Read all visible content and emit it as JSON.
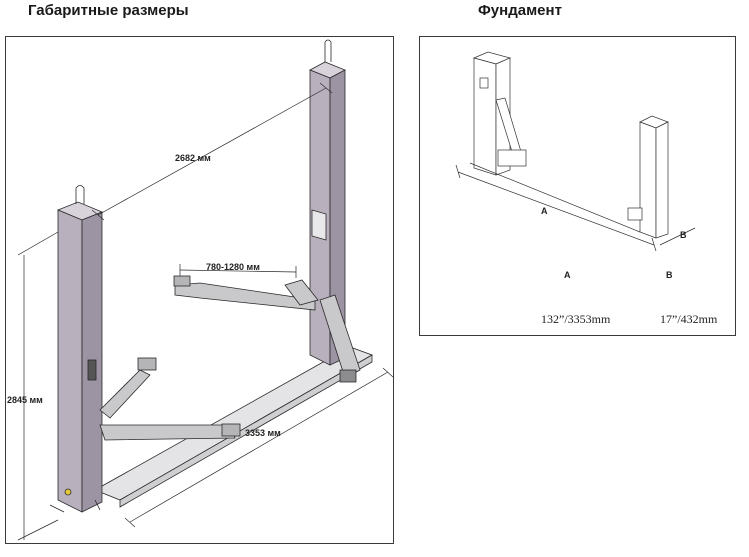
{
  "headings": {
    "dimensions": "Габаритные размеры",
    "foundation": "Фундамент"
  },
  "left_diagram": {
    "dim_post_distance": "2682 мм",
    "dim_arm_reach": "780-1280 мм",
    "dim_height": "2845 мм",
    "dim_base_length": "3353 мм"
  },
  "right_diagram": {
    "label_a_dim": "A",
    "label_b_dim": "B",
    "label_a": "A",
    "label_b": "B",
    "value_a": "132”/3353mm",
    "value_b": "17”/432mm"
  },
  "colors": {
    "post_fill": "#b8b0bd",
    "post_shade": "#9c93a3",
    "arm_fill": "#c9c9cc",
    "line": "#2a2a2a",
    "border": "#3a3a3a"
  }
}
